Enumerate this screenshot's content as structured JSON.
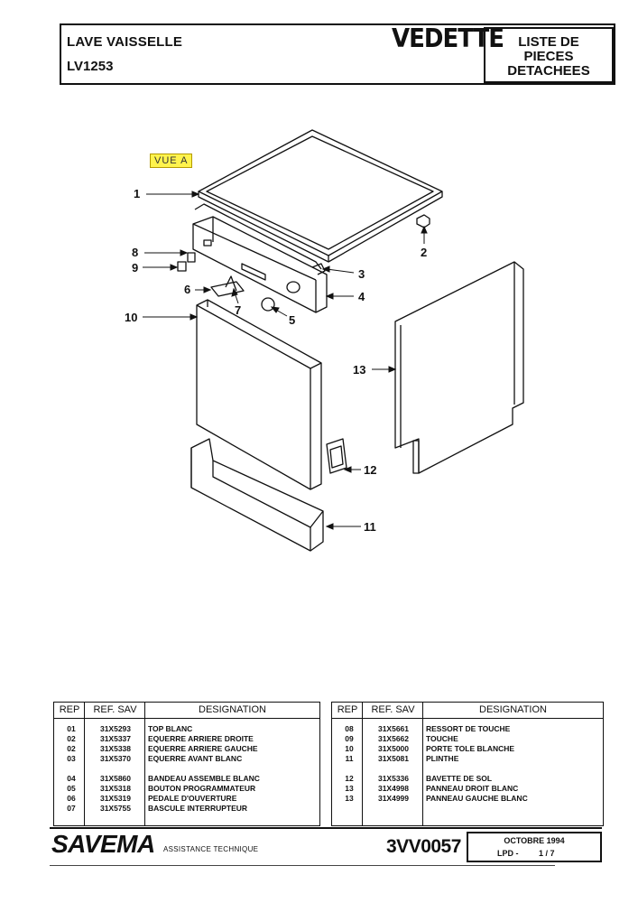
{
  "header": {
    "title": "LAVE VAISSELLE",
    "model": "LV1253",
    "brand": "VEDETTE",
    "doc_type": [
      "LISTE DE",
      "PIECES",
      "DETACHEES"
    ]
  },
  "drawing": {
    "view_label": "VUE A",
    "callouts": [
      "1",
      "2",
      "3",
      "4",
      "5",
      "6",
      "7",
      "8",
      "9",
      "10",
      "11",
      "12",
      "13"
    ]
  },
  "table_headers": {
    "rep": "REP",
    "ref": "REF. SAV",
    "designation": "DESIGNATION"
  },
  "parts_left": [
    {
      "rep": "01",
      "ref": "31X5293",
      "designation": "TOP BLANC"
    },
    {
      "rep": "02",
      "ref": "31X5337",
      "designation": "EQUERRE ARRIERE DROITE"
    },
    {
      "rep": "02",
      "ref": "31X5338",
      "designation": "EQUERRE ARRIERE GAUCHE"
    },
    {
      "rep": "03",
      "ref": "31X5370",
      "designation": "EQUERRE AVANT BLANC"
    },
    {
      "rep": "04",
      "ref": "31X5860",
      "designation": "BANDEAU ASSEMBLE BLANC"
    },
    {
      "rep": "05",
      "ref": "31X5318",
      "designation": "BOUTON PROGRAMMATEUR"
    },
    {
      "rep": "06",
      "ref": "31X5319",
      "designation": "PEDALE D'OUVERTURE"
    },
    {
      "rep": "07",
      "ref": "31X5755",
      "designation": "BASCULE INTERRUPTEUR"
    }
  ],
  "parts_right": [
    {
      "rep": "08",
      "ref": "31X5661",
      "designation": "RESSORT DE TOUCHE"
    },
    {
      "rep": "09",
      "ref": "31X5662",
      "designation": "TOUCHE"
    },
    {
      "rep": "10",
      "ref": "31X5000",
      "designation": "PORTE TOLE BLANCHE"
    },
    {
      "rep": "11",
      "ref": "31X5081",
      "designation": "PLINTHE"
    },
    {
      "rep": "12",
      "ref": "31X5336",
      "designation": "BAVETTE DE SOL"
    },
    {
      "rep": "13",
      "ref": "31X4998",
      "designation": "PANNEAU DROIT BLANC"
    },
    {
      "rep": "13",
      "ref": "31X4999",
      "designation": "PANNEAU GAUCHE BLANC"
    }
  ],
  "footer": {
    "company": "SAVEMA",
    "subtitle": "ASSISTANCE TECHNIQUE",
    "doc_code": "3VV0057",
    "date": "OCTOBRE 1994",
    "lpd": "LPD -",
    "page": "1 / 7"
  }
}
